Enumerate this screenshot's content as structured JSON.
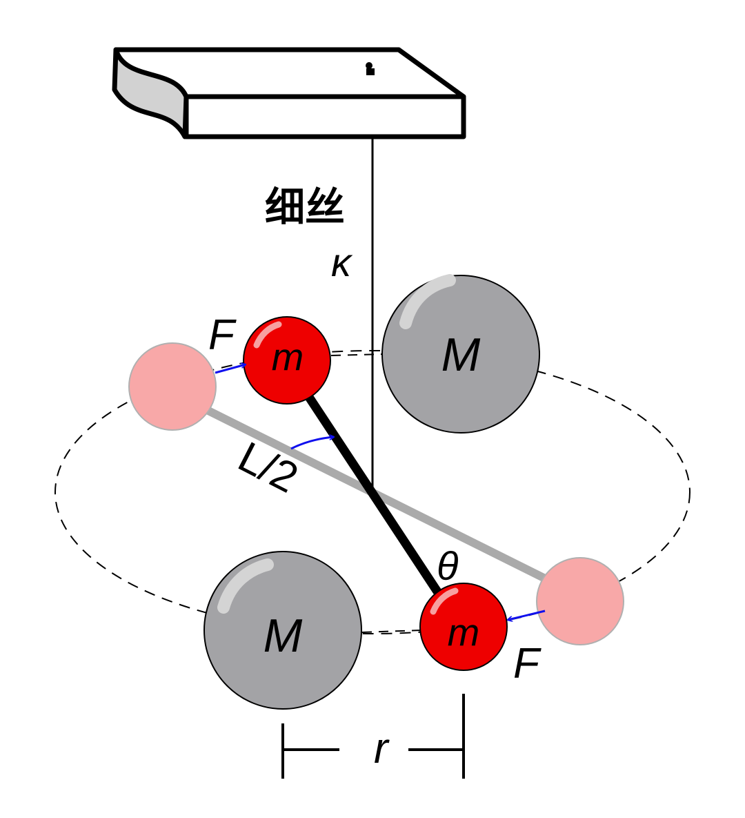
{
  "labels": {
    "fiber": "细丝",
    "kappa": "κ",
    "small_mass": "m",
    "large_mass": "M",
    "force": "F",
    "half_length": "L/2",
    "angle": "θ",
    "distance": "r"
  },
  "colors": {
    "small_mass": "#ee0000",
    "small_mass_ghost": "#f8a8a8",
    "large_mass": "#a3a3a6",
    "bar_current": "#000000",
    "bar_ghost": "#aaaaaa",
    "force_arrow": "#1010ee",
    "ceiling_side": "#d2d2d2"
  }
}
